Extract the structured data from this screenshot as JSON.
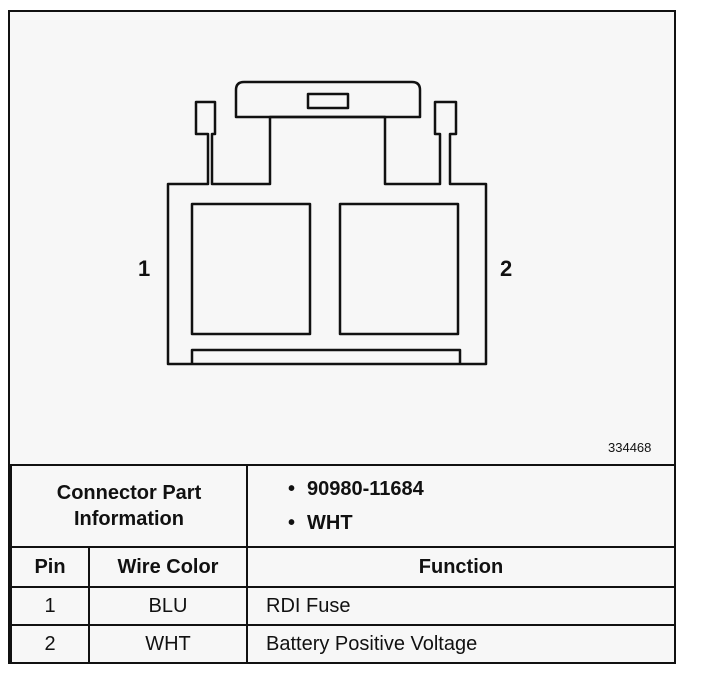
{
  "diagram": {
    "pin_left": "1",
    "pin_right": "2",
    "figure_id": "334468"
  },
  "connector_info": {
    "label_line1": "Connector Part",
    "label_line2": "Information",
    "bullets": [
      "90980-11684",
      "WHT"
    ]
  },
  "table": {
    "headers": {
      "pin": "Pin",
      "wire_color": "Wire Color",
      "function": "Function"
    },
    "rows": [
      {
        "pin": "1",
        "wire_color": "BLU",
        "function": "RDI Fuse"
      },
      {
        "pin": "2",
        "wire_color": "WHT",
        "function": "Battery Positive Voltage"
      }
    ]
  },
  "colors": {
    "line": "#111111",
    "background": "#f7f7f7"
  }
}
